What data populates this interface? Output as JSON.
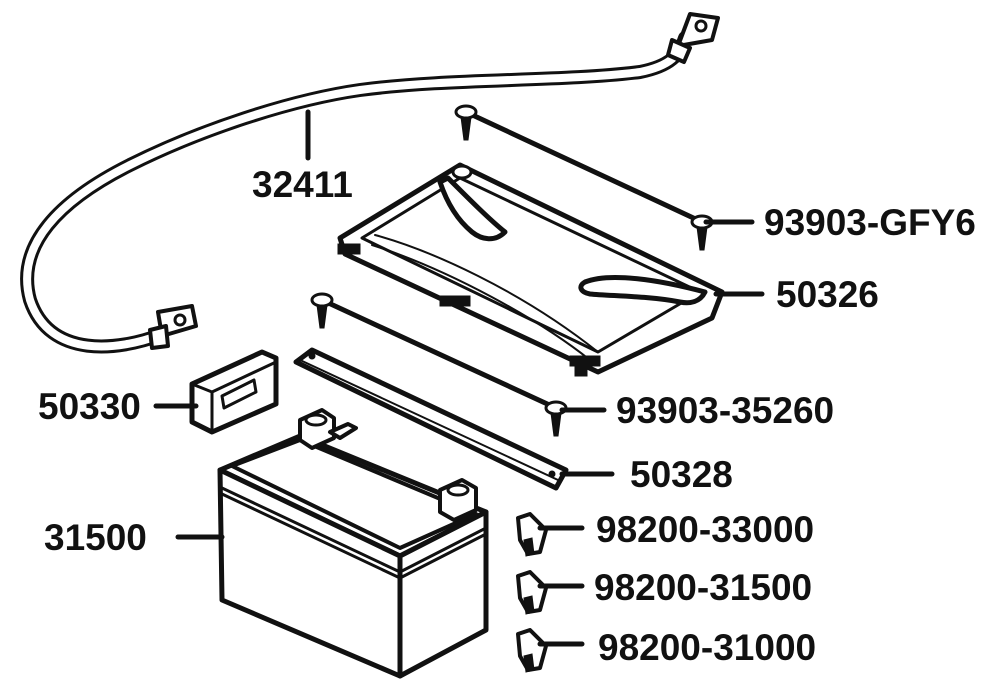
{
  "parts": {
    "cable": "32411",
    "screw_top": "93903-GFY6",
    "cover": "50326",
    "pad": "50330",
    "screw_bottom": "93903-35260",
    "strap": "50328",
    "battery": "31500",
    "fuse_30a": "98200-33000",
    "fuse_15a": "98200-31500",
    "fuse_10a": "98200-31000"
  }
}
